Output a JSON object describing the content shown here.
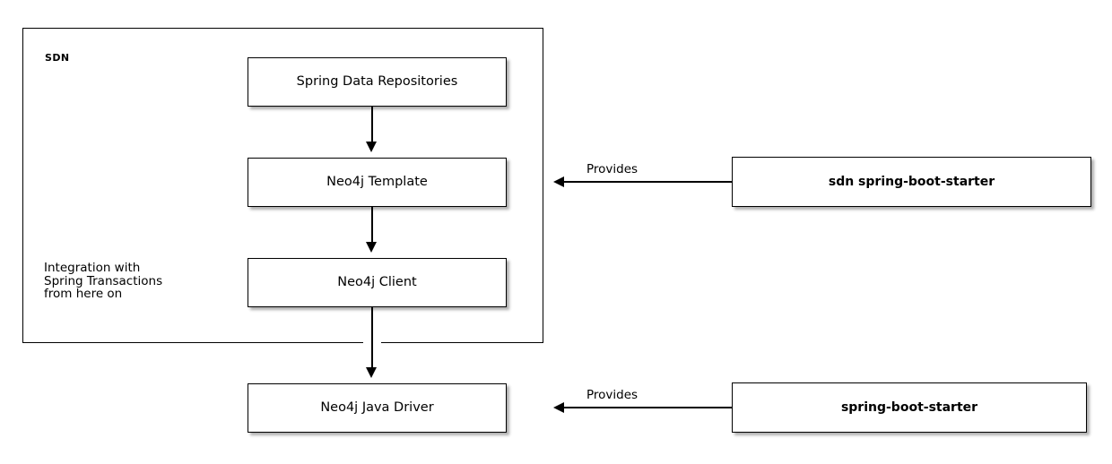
{
  "diagram": {
    "type": "layered-architecture-flow",
    "background_color": "#ffffff",
    "line_color": "#000000",
    "group": {
      "label": "SDN",
      "note": "Integration with\nSpring Transactions\nfrom here on"
    },
    "nodes": [
      {
        "id": "spring-data-repositories",
        "label": "Spring Data Repositories",
        "bold": false
      },
      {
        "id": "neo4j-template",
        "label": "Neo4j Template",
        "bold": false
      },
      {
        "id": "neo4j-client",
        "label": "Neo4j Client",
        "bold": false
      },
      {
        "id": "neo4j-java-driver",
        "label": "Neo4j Java Driver",
        "bold": false
      },
      {
        "id": "sdn-spring-boot-starter",
        "label": "sdn spring-boot-starter",
        "bold": true
      },
      {
        "id": "spring-boot-starter",
        "label": "spring-boot-starter",
        "bold": true
      }
    ],
    "edges": [
      {
        "from": "spring-data-repositories",
        "to": "neo4j-template",
        "label": "",
        "direction": "down"
      },
      {
        "from": "neo4j-template",
        "to": "neo4j-client",
        "label": "",
        "direction": "down"
      },
      {
        "from": "neo4j-client",
        "to": "neo4j-java-driver",
        "label": "",
        "direction": "down"
      },
      {
        "from": "sdn-spring-boot-starter",
        "to": "neo4j-template",
        "label": "Provides",
        "direction": "left"
      },
      {
        "from": "spring-boot-starter",
        "to": "neo4j-java-driver",
        "label": "Provides",
        "direction": "left"
      }
    ],
    "edge_labels": {
      "provides_upper": "Provides",
      "provides_lower": "Provides"
    }
  }
}
